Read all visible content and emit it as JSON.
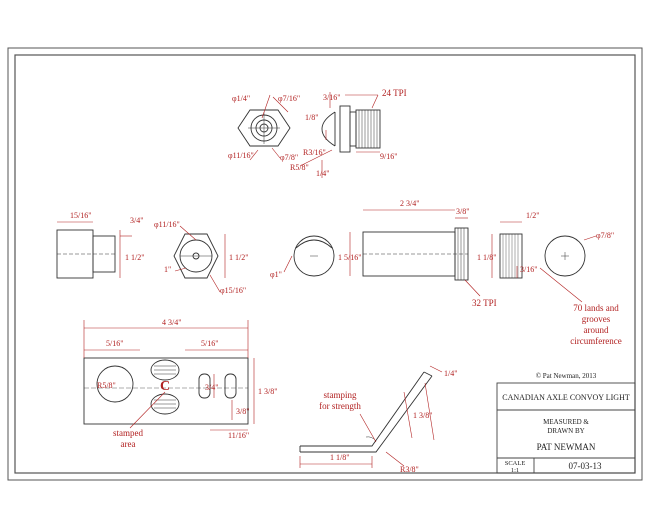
{
  "colors": {
    "line": "#333333",
    "dimension": "#b22222",
    "border": "#444444",
    "background": "#ffffff"
  },
  "dimensions": {
    "d_quarter_nut": "φ1/4\"",
    "d_7_16_nut": "φ7/16\"",
    "d_11_16_nut": "φ11/16\"",
    "d_7_8_nut": "φ7/8\"",
    "t_3_16": "3/16\"",
    "v_1_8": "1/8\"",
    "r_3_16": "R3/16\"",
    "r_5_8": "R5/8\"",
    "v_1_4": "1/4\"",
    "h_9_16": "9/16\"",
    "tpi_24": "24 TPI",
    "h_15_16": "15/16\"",
    "v_3_4": "3/4\"",
    "v_1_1_2_a": "1 1/2\"",
    "d_11_16_b": "φ11/16\"",
    "v_1_1_2_b": "1 1/2\"",
    "v_1_inch": "1\"",
    "d_15_16": "φ15/16\"",
    "d_1_inch": "φ1\"",
    "v_1_5_16": "1 5/16\"",
    "w_2_3_4": "2 3/4\"",
    "w_3_8": "3/8\"",
    "w_1_2": "1/2\"",
    "v_1_1_8": "1 1/8\"",
    "h_3_16_b": "3/16\"",
    "d_7_8_lens": "φ7/8\"",
    "tpi_32": "32 TPI",
    "w_4_3_4": "4 3/4\"",
    "w_5_16_a": "5/16\"",
    "w_5_16_b": "5/16\"",
    "r_5_8_b": "R5/8\"",
    "v_3_4_b": "3/4\"",
    "v_1_3_8": "1 3/8\"",
    "v_3_8_b": "3/8\"",
    "h_11_16": "11/16\"",
    "h_1_4_b": "1/4\"",
    "v_1_8_b": "1 1/8\"",
    "h_1_3_8": "1 3/8\"",
    "r_3_8": "R3/8\""
  },
  "callouts": {
    "centerline_mark": "C",
    "stamped_area_line1": "stamped",
    "stamped_area_line2": "area",
    "stamping_line1": "stamping",
    "stamping_line2": "for strength",
    "lands_line1": "70 lands and",
    "lands_line2": "grooves",
    "lands_line3": "around",
    "lands_line4": "circumference"
  },
  "title_block": {
    "copyright": "© Pat Newman, 2013",
    "title": "CANADIAN AXLE CONVOY LIGHT",
    "measured_label_line1": "MEASURED &",
    "measured_label_line2": "DRAWN BY",
    "author": "PAT NEWMAN",
    "scale_label": "SCALE",
    "scale_value": "1:1",
    "date": "07-03-13"
  }
}
